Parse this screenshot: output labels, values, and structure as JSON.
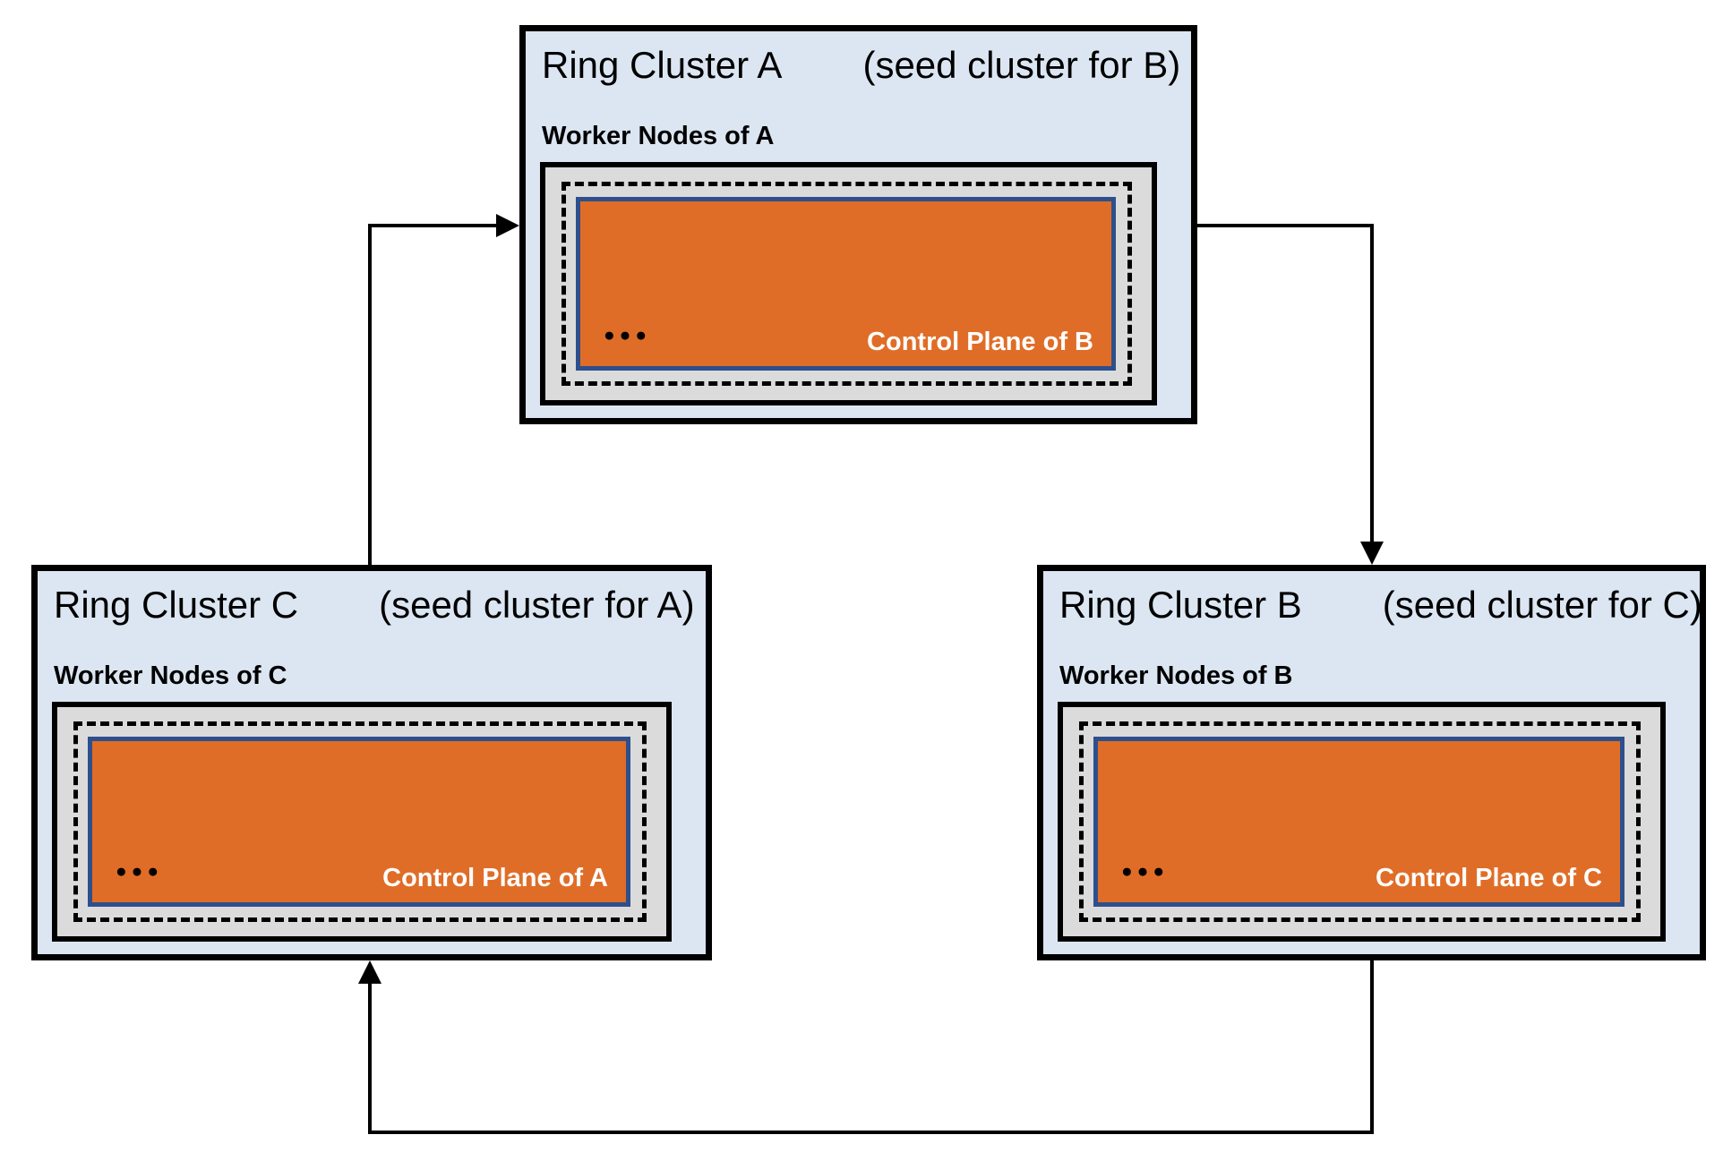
{
  "colors": {
    "cluster_bg": "#dce6f2",
    "cluster_border": "#000000",
    "worker_bg": "#dbdbdb",
    "control_plane_fill": "#e06d27",
    "control_plane_border": "#2d4f8c",
    "control_plane_text": "#ffffff",
    "arrow": "#000000"
  },
  "clusters": [
    {
      "id": "A",
      "title": "Ring Cluster A",
      "subtitle": "(seed cluster for B)",
      "worker_label": "Worker Nodes of A",
      "ellipsis": "●●●",
      "control_plane_label": "Control Plane of B"
    },
    {
      "id": "B",
      "title": "Ring Cluster B",
      "subtitle": "(seed cluster for C)",
      "worker_label": "Worker Nodes of B",
      "ellipsis": "●●●",
      "control_plane_label": "Control Plane of C"
    },
    {
      "id": "C",
      "title": "Ring Cluster C",
      "subtitle": "(seed cluster for A)",
      "worker_label": "Worker Nodes of C",
      "ellipsis": "●●●",
      "control_plane_label": "Control Plane of A"
    }
  ],
  "arrows": [
    {
      "from": "C",
      "to": "A"
    },
    {
      "from": "A",
      "to": "B"
    },
    {
      "from": "B",
      "to": "C"
    }
  ]
}
